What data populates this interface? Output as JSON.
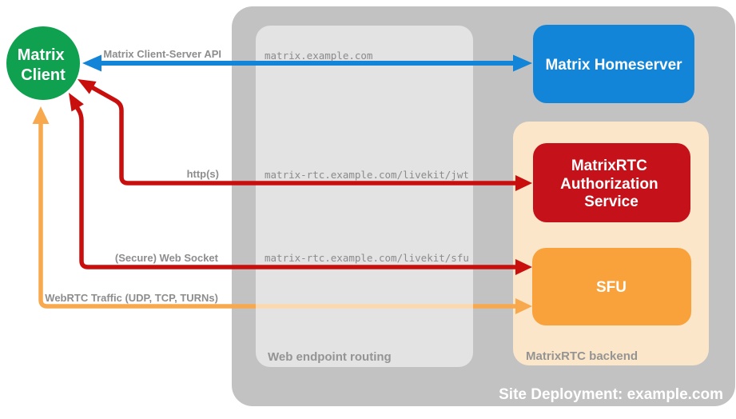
{
  "client": {
    "lines": [
      "Matrix",
      "Client"
    ],
    "fill": "#0fa14f"
  },
  "site": {
    "label": "Site Deployment: example.com",
    "fill": "#c2c2c2"
  },
  "routing": {
    "label": "Web endpoint routing"
  },
  "backend": {
    "label": "MatrixRTC backend",
    "fill": "#fce6c9"
  },
  "homeserver": {
    "label": "Matrix Homeserver",
    "fill": "#1285d8"
  },
  "auth": {
    "lines": [
      "MatrixRTC",
      "Authorization",
      "Service"
    ],
    "fill": "#c4111a"
  },
  "sfu": {
    "label": "SFU",
    "fill": "#f9a23c"
  },
  "edges": {
    "api": {
      "label": "Matrix Client-Server API",
      "route": "matrix.example.com",
      "color": "#1285d8"
    },
    "https": {
      "label": "http(s)",
      "route": "matrix-rtc.example.com/livekit/jwt",
      "color": "#c90e0e"
    },
    "ws": {
      "label": "(Secure) Web Socket",
      "route": "matrix-rtc.example.com/livekit/sfu",
      "color": "#c90e0e"
    },
    "webrtc": {
      "label": "WebRTC Traffic (UDP, TCP, TURNs)",
      "color": "#f8a94e"
    }
  },
  "colors": {
    "edge_label": "#8d8d8d",
    "route_text": "#8b8b8b",
    "container_label": "#949494"
  }
}
